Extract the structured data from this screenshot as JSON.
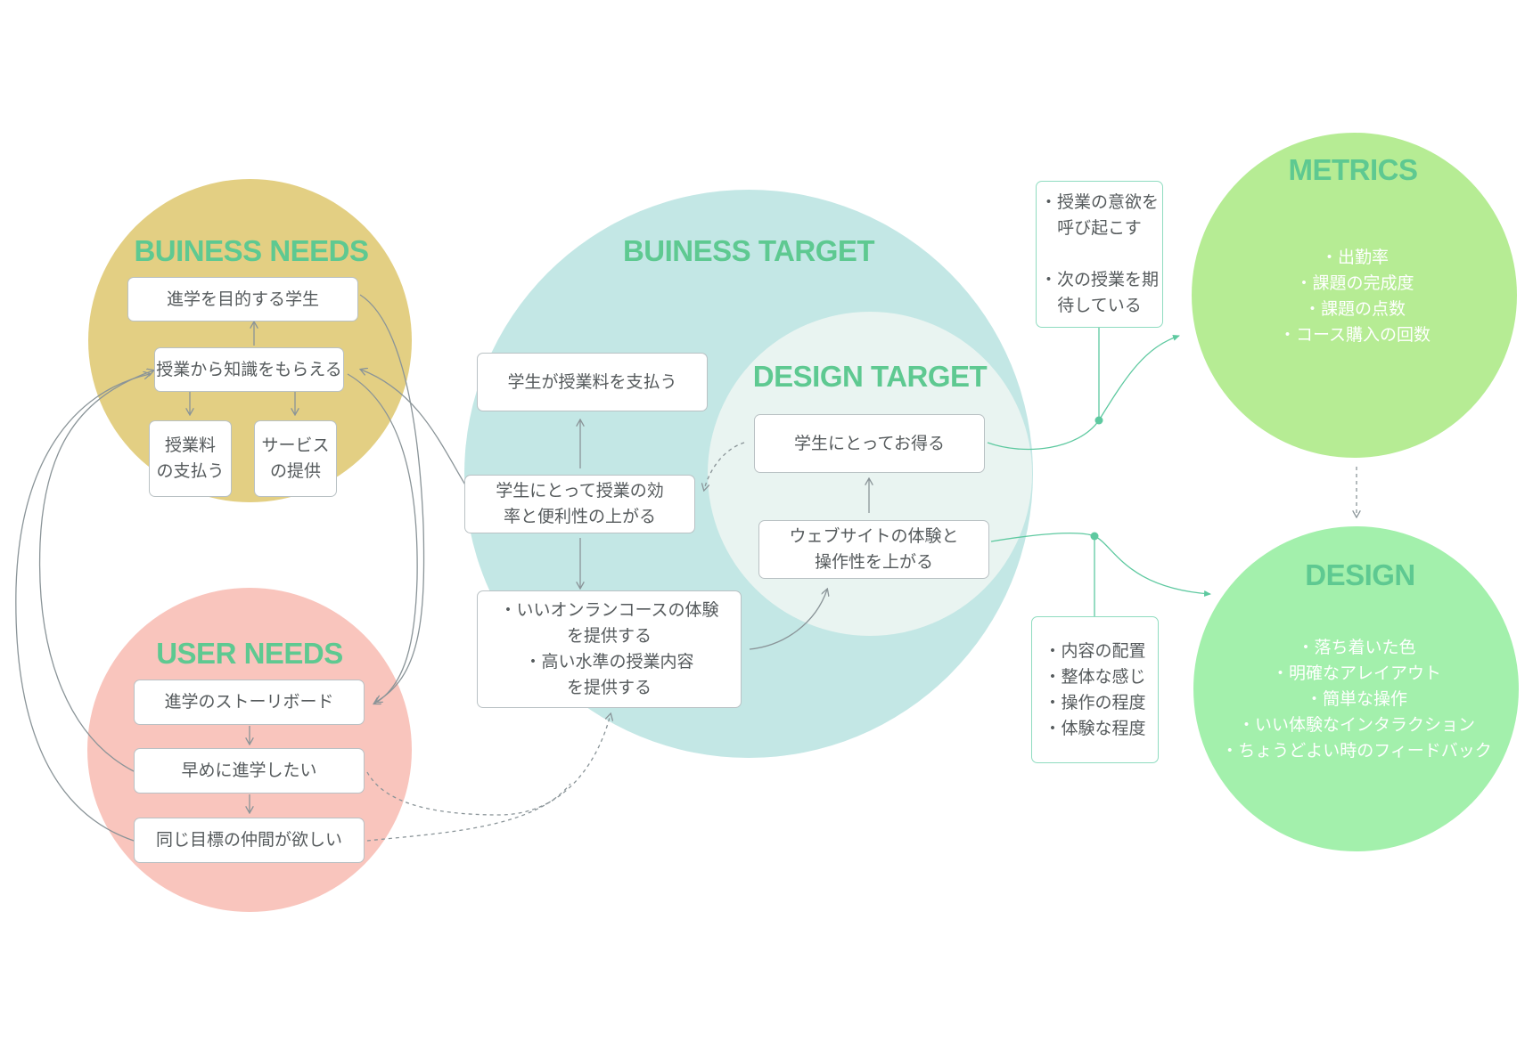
{
  "colors": {
    "business_needs": "#e3cf83",
    "user_needs": "#f9c5bd",
    "business_target": "#c3e7e5",
    "design_target": "#e9f4f1",
    "metrics": "#b6ec94",
    "design": "#a3f0ac",
    "title_green": "#5ec991",
    "line_gray": "#8a9498",
    "line_green": "#5ec9a0"
  },
  "business_needs": {
    "title": "BUINESS NEEDS",
    "items": [
      "進学を目的する学生",
      "授業から知識をもらえる",
      "授業料\nの支払う",
      "サービス\nの提供"
    ]
  },
  "user_needs": {
    "title": "USER NEEDS",
    "items": [
      "進学のストーリボード",
      "早めに進学したい",
      "同じ目標の仲間が欲しい"
    ]
  },
  "business_target": {
    "title": "BUINESS TARGET",
    "items": [
      "学生が授業料を支払う",
      "学生にとって授業の効\n率と便利性の上がる",
      "・いいオンランコースの体験\nを提供する\n・高い水準の授業内容\nを提供する"
    ]
  },
  "design_target": {
    "title": "DESIGN TARGET",
    "items": [
      "学生にとってお得る",
      "ウェブサイトの体験と\n操作性を上がる"
    ]
  },
  "notes": {
    "upper": "・授業の意欲を\n呼び起こす\n\n・次の授業を期\n待している",
    "lower": "・内容の配置\n・整体な感じ\n・操作の程度\n・体験な程度"
  },
  "metrics": {
    "title": "METRICS",
    "items": [
      "・出勤率",
      "・課題の完成度",
      "・課題の点数",
      "・コース購入の回数"
    ]
  },
  "design": {
    "title": "DESIGN",
    "items": [
      "・落ち着いた色",
      "・明確なアレイアウト",
      "・簡単な操作",
      "・いい体験なインタラクション",
      "・ちょうどよい時のフィードバック"
    ]
  }
}
